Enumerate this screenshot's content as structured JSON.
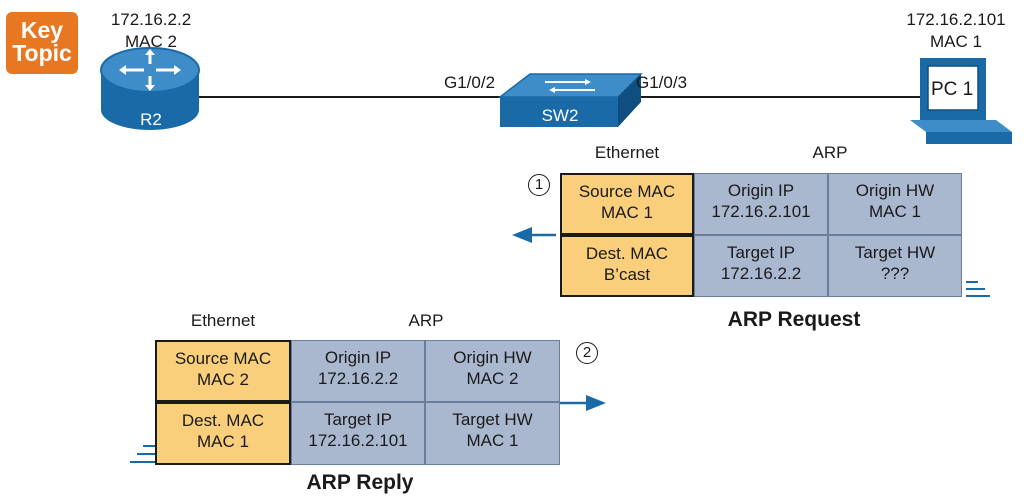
{
  "badge": {
    "line1": "Key",
    "line2": "Topic"
  },
  "router": {
    "ip": "172.16.2.2",
    "mac": "MAC 2",
    "label": "R2"
  },
  "switch": {
    "label": "SW2",
    "port_left": "G1/0/2",
    "port_right": "G1/0/3"
  },
  "pc": {
    "ip": "172.16.2.101",
    "mac": "MAC 1",
    "label": "PC 1"
  },
  "request": {
    "step": "1",
    "header_eth": "Ethernet",
    "header_arp": "ARP",
    "title": "ARP Request",
    "src_mac": [
      "Source MAC",
      "MAC 1"
    ],
    "dst_mac": [
      "Dest. MAC",
      "B’cast"
    ],
    "origin_ip": [
      "Origin IP",
      "172.16.2.101"
    ],
    "origin_hw": [
      "Origin HW",
      "MAC 1"
    ],
    "target_ip": [
      "Target IP",
      "172.16.2.2"
    ],
    "target_hw": [
      "Target HW",
      "???"
    ]
  },
  "reply": {
    "step": "2",
    "header_eth": "Ethernet",
    "header_arp": "ARP",
    "title": "ARP Reply",
    "src_mac": [
      "Source MAC",
      "MAC 2"
    ],
    "dst_mac": [
      "Dest. MAC",
      "MAC 1"
    ],
    "origin_ip": [
      "Origin IP",
      "172.16.2.2"
    ],
    "origin_hw": [
      "Origin HW",
      "MAC 2"
    ],
    "target_ip": [
      "Target IP",
      "172.16.2.101"
    ],
    "target_hw": [
      "Target HW",
      "MAC 1"
    ]
  },
  "colors": {
    "ethernet": "#f9cf7c",
    "arp": "#a9b7cf",
    "device": "#1a6aa7",
    "arrow": "#1a6aa7",
    "badge": "#e87722"
  }
}
